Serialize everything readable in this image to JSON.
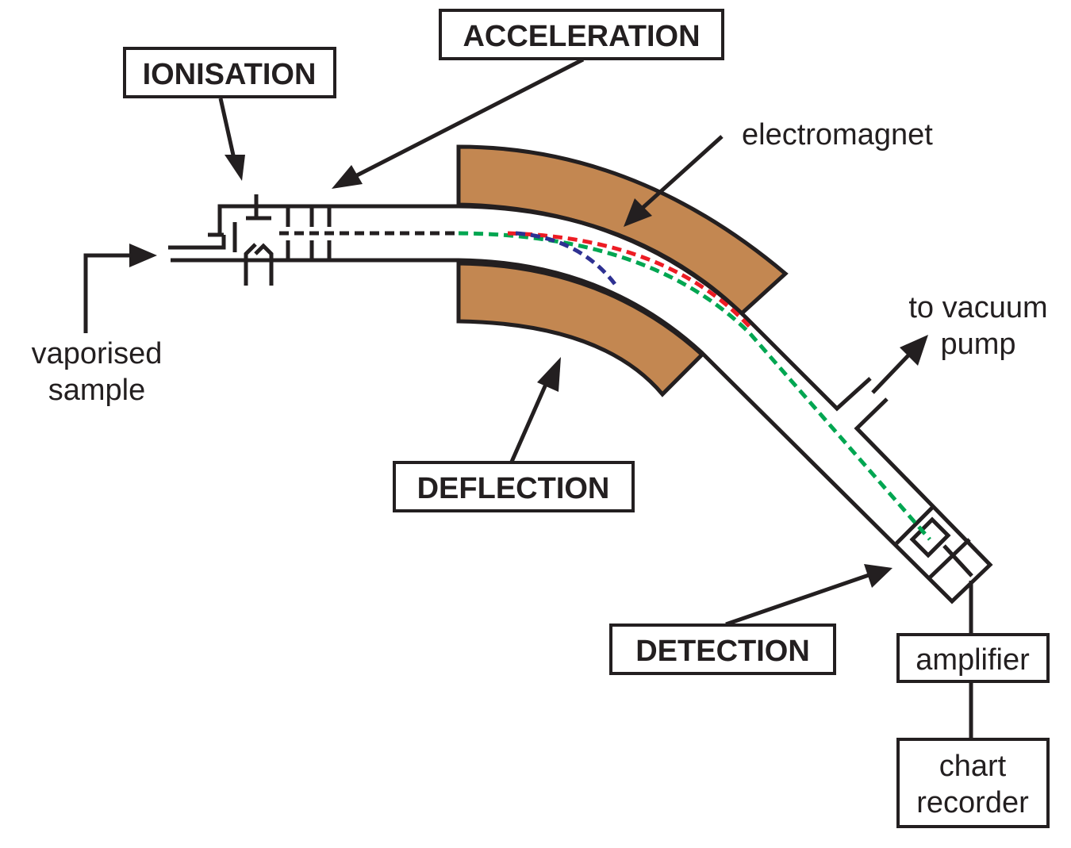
{
  "labels": {
    "ionisation": "IONISATION",
    "acceleration": "ACCELERATION",
    "deflection": "DEFLECTION",
    "detection": "DETECTION",
    "electromagnet": "electromagnet",
    "vacuum_line1": "to vacuum",
    "vacuum_line2": "pump",
    "sample_line1": "vaporised",
    "sample_line2": "sample",
    "amplifier": "amplifier",
    "recorder_line1": "chart",
    "recorder_line2": "recorder"
  },
  "colors": {
    "magnet": "#c38751",
    "line": "#231f20",
    "beam_green": "#00a651",
    "beam_red": "#ed1c24",
    "beam_blue": "#2e3192"
  }
}
